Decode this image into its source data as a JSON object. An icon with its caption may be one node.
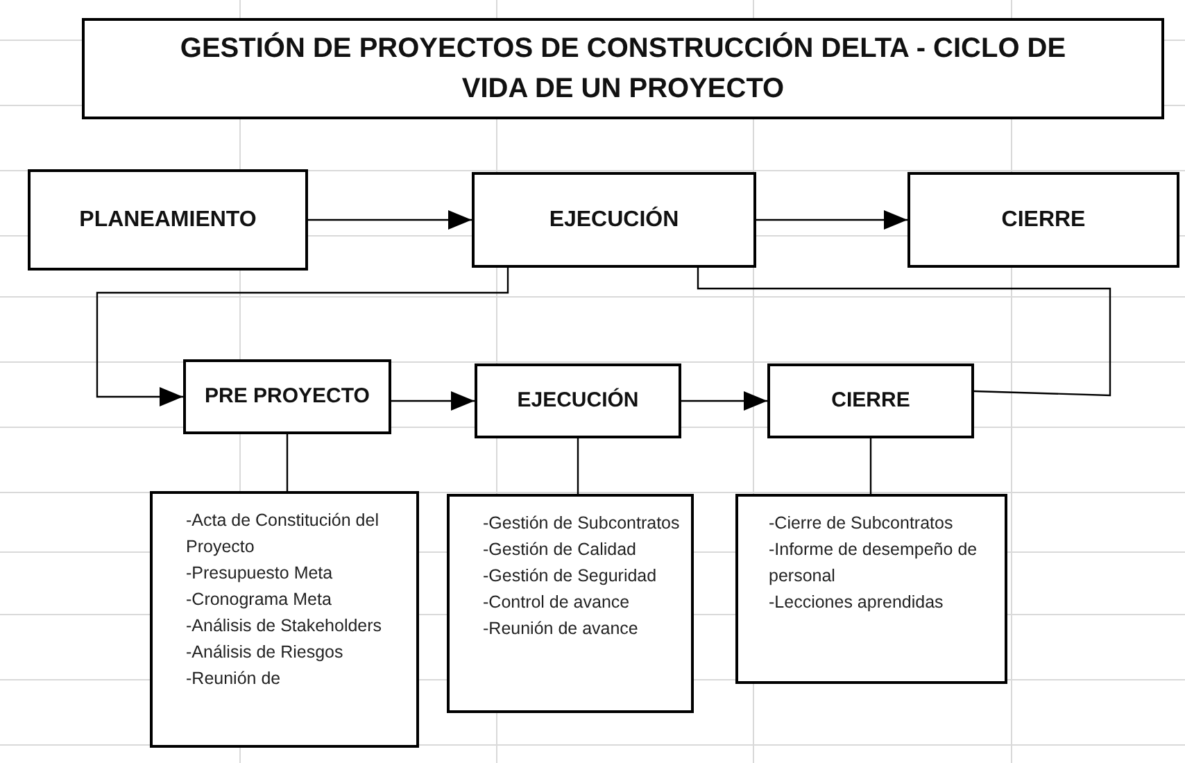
{
  "diagram": {
    "title": "GESTIÓN DE PROYECTOS DE CONSTRUCCIÓN DELTA - CICLO DE VIDA DE UN PROYECTO",
    "nodes": [
      {
        "text": [
          "PLANEAMIENTO"
        ]
      },
      {
        "text": [
          "EJECUCIÓN"
        ]
      },
      {
        "text": [
          "CIERRE"
        ]
      },
      {
        "text": [
          "PRE PROYECTO"
        ]
      },
      {
        "text": [
          "EJECUCIÓN"
        ]
      },
      {
        "text": [
          "CIERRE"
        ]
      },
      {
        "text": [
          "-Acta de Constitución del Proyecto",
          "-Presupuesto Meta",
          "-Cronograma Meta",
          "-Análisis de Stakeholders",
          "-Análisis de Riesgos",
          "-Reunión de"
        ]
      },
      {
        "text": [
          "-Gestión de Subcontratos",
          "-Gestión de Calidad",
          "-Gestión de Seguridad",
          "-Control de avance",
          "-Reunión de avance"
        ]
      },
      {
        "text": [
          "-Cierre de Subcontratos",
          "-Informe de desempeño de personal",
          "-Lecciones aprendidas"
        ]
      }
    ],
    "edges": [
      {
        "from": 0,
        "to": 1,
        "arrow": "to"
      },
      {
        "from": 1,
        "to": 2,
        "arrow": "to"
      },
      {
        "from": 1,
        "to": 3,
        "arrow": "to"
      },
      {
        "from": 1,
        "to": 5,
        "arrow": "none"
      },
      {
        "from": 3,
        "to": 4,
        "arrow": "to"
      },
      {
        "from": 4,
        "to": 5,
        "arrow": "to"
      },
      {
        "from": 3,
        "to": 6,
        "arrow": "none"
      },
      {
        "from": 4,
        "to": 7,
        "arrow": "none"
      },
      {
        "from": 5,
        "to": 8,
        "arrow": "none"
      }
    ]
  }
}
